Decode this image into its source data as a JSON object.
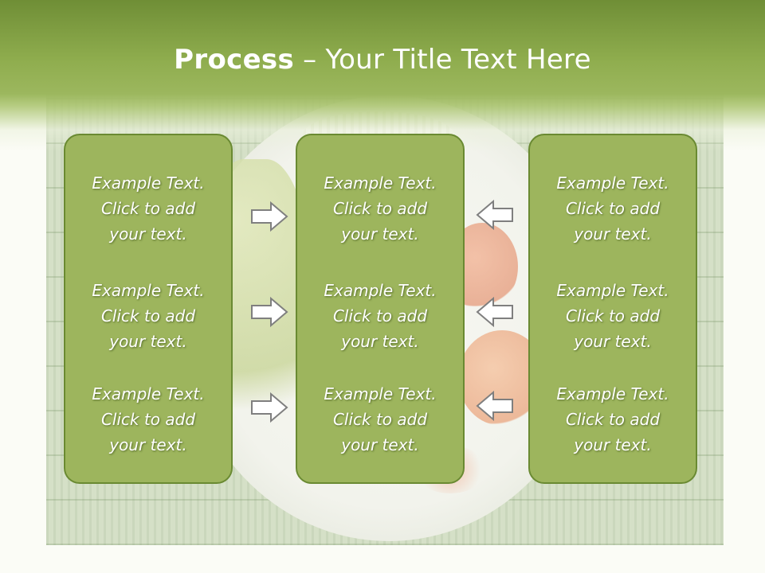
{
  "title": {
    "bold": "Process",
    "rest": " – Your Title Text Here"
  },
  "columns": [
    {
      "items": [
        [
          "Example Text.",
          "Click  to add",
          "your text."
        ],
        [
          "Example Text.",
          "Click  to add",
          "your text."
        ],
        [
          "Example Text.",
          "Click  to add",
          "your text."
        ]
      ]
    },
    {
      "items": [
        [
          "Example Text.",
          "Click  to add",
          "your text."
        ],
        [
          "Example Text.",
          "Click  to add",
          "your text."
        ],
        [
          "Example Text.",
          "Click  to add",
          "your text."
        ]
      ]
    },
    {
      "items": [
        [
          "Example Text.",
          "Click  to add",
          "your text."
        ],
        [
          "Example Text.",
          "Click  to add",
          "your text."
        ],
        [
          "Example Text.",
          "Click  to add",
          "your text."
        ]
      ]
    }
  ],
  "arrows": {
    "left_group": "arrow-right-icon",
    "right_group": "arrow-left-icon"
  },
  "colors": {
    "header": "#8fad4e",
    "box": "#9db55d",
    "box_border": "#6a8a32",
    "text": "#ffffff"
  }
}
